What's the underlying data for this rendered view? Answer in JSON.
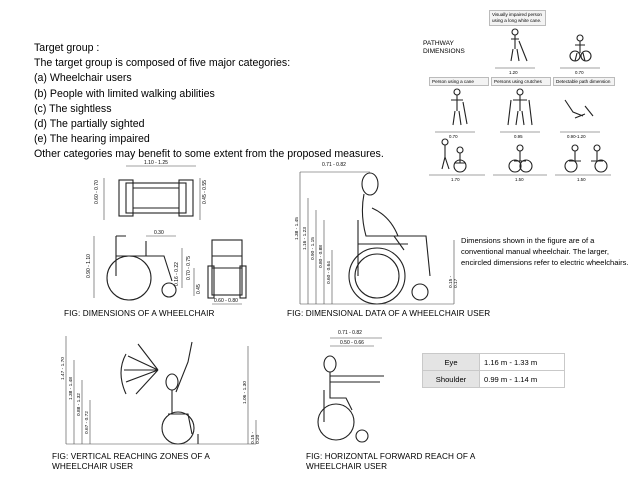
{
  "intro": {
    "lines": [
      "Target group :",
      "The target group is composed of five major categories:",
      "(a) Wheelchair users",
      "(b) People with limited walking abilities",
      "(c) The sightless",
      "(d) The partially sighted",
      "(e) The hearing impaired",
      "Other categories may benefit to some extent from the proposed measures."
    ]
  },
  "pathway": {
    "title_line1": "PATHWAY",
    "title_line2": "DIMENSIONS",
    "labels": {
      "white_cane_line1": "Visually impaired person",
      "white_cane_line2": "using a long white cane.",
      "person_cane": "Person using a cane",
      "person_crutches": "Persons using crutches",
      "detectable_path": "Detectable path dimension"
    },
    "dims": {
      "r1a": "1.20",
      "r1b": "0.70",
      "r2a": "0.70",
      "r2b": "0.95",
      "r2c": "0.90-1.20",
      "r3a": "1.70",
      "r3b": "1.50",
      "r3c": "1.50"
    }
  },
  "note": {
    "text": "Dimensions shown in the figure are of a conventional manual wheelchair. The larger, encircled dimensions refer to electric wheelchairs."
  },
  "figures": {
    "wheelchair": {
      "caption": "FIG: DIMENSIONS OF A WHEELCHAIR",
      "dims": {
        "top_width": "1.10 - 1.25",
        "left_v": "0.60 - 0.70",
        "right_v": "0.45 - 0.55",
        "seat": "0.30",
        "height": "0.90 - 1.10",
        "seat_h": "0.16 - 0.22",
        "front_v": "0.70 - 0.75",
        "lower_v": "0.45",
        "bottom_w": "0.60 - 0.80"
      }
    },
    "dimensional": {
      "caption": "FIG: DIMENSIONAL DATA OF A WHEELCHAIR USER",
      "dims": {
        "top_h": "0.71 - 0.82",
        "h1": "1.38 - 1.45",
        "h2": "1.16 - 1.23",
        "h3": "0.90 - 1.15",
        "h4": "0.80 - 0.88",
        "h5": "0.60 - 0.64",
        "h6": "0.15 - 0.17"
      }
    },
    "vertical": {
      "caption_line1": "FIG: VERTICAL REACHING ZONES OF A",
      "caption_line2": "WHEELCHAIR USER",
      "dims": {
        "v1": "1.47 - 1.70",
        "v2": "1.38 - 1.48",
        "v3": "0.88 - 1.32",
        "v4": "0.67 - 0.72",
        "v5": "1.06 - 1.30",
        "v6": "0.15 - 0.20"
      }
    },
    "horizontal": {
      "caption_line1": "FIG: HORIZONTAL FORWARD REACH OF A",
      "caption_line2": "WHEELCHAIR USER",
      "dims": {
        "d1": "0.71 - 0.82",
        "d2": "0.50 - 0.66"
      },
      "reach_table": [
        {
          "label": "Eye",
          "value": "1.16 m - 1.33 m"
        },
        {
          "label": "Shoulder",
          "value": "0.99 m - 1.14 m"
        }
      ]
    }
  }
}
